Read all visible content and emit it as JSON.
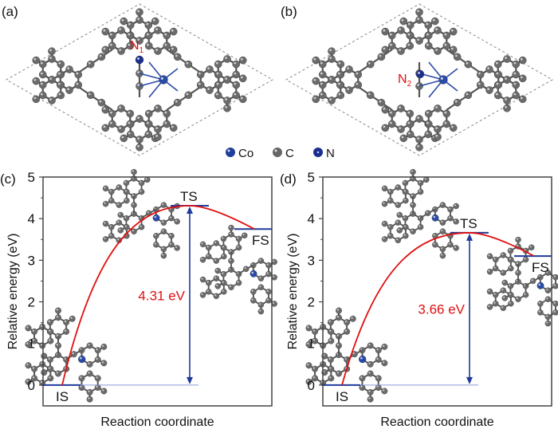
{
  "panels": {
    "a": {
      "label": "(a)",
      "site_label": "N",
      "site_sub": "1"
    },
    "b": {
      "label": "(b)",
      "site_label": "N",
      "site_sub": "2"
    }
  },
  "legend": {
    "items": [
      {
        "name": "Co",
        "color": "#1f3f9a"
      },
      {
        "name": "C",
        "color": "#666666"
      },
      {
        "name": "N",
        "color": "#1a2f8f"
      }
    ]
  },
  "colors": {
    "curve": "#e01010",
    "level": "#1f3a9a",
    "axis": "#444444",
    "carbon": "#6b6b6b",
    "cobalt": "#2a4aa8"
  },
  "chart_data": [
    {
      "type": "line",
      "panel_label": "(c)",
      "title": "",
      "xlabel": "Reaction coordinate",
      "ylabel": "Relative energy (eV)",
      "ylim": [
        -0.5,
        5
      ],
      "yticks": [
        0,
        1,
        2,
        3,
        4,
        5
      ],
      "grid": false,
      "states": [
        {
          "name": "IS",
          "energy": 0.0
        },
        {
          "name": "TS",
          "energy": 4.31
        },
        {
          "name": "FS",
          "energy": 3.75
        }
      ],
      "barrier_label": "4.31 eV",
      "barrier": 4.31
    },
    {
      "type": "line",
      "panel_label": "(d)",
      "title": "",
      "xlabel": "Reaction coordinate",
      "ylabel": "Relative energy (eV)",
      "ylim": [
        -0.5,
        5
      ],
      "yticks": [
        0,
        1,
        2,
        3,
        4,
        5
      ],
      "grid": false,
      "states": [
        {
          "name": "IS",
          "energy": 0.0
        },
        {
          "name": "TS",
          "energy": 3.66
        },
        {
          "name": "FS",
          "energy": 3.1
        }
      ],
      "barrier_label": "3.66 eV",
      "barrier": 3.66
    }
  ]
}
